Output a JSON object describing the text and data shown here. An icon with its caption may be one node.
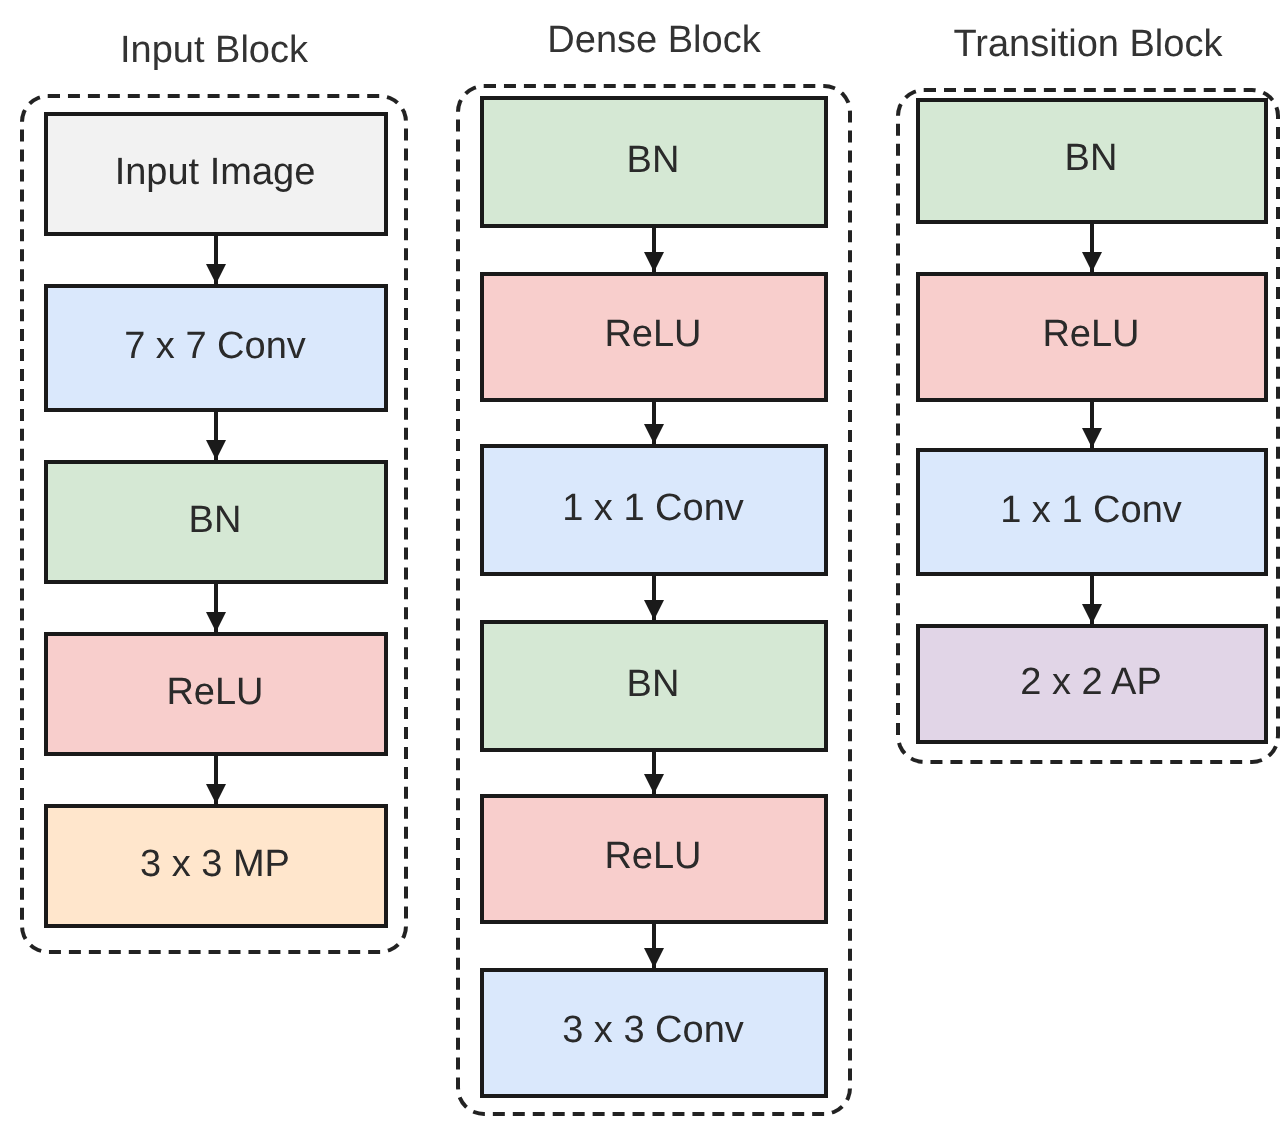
{
  "diagram": {
    "nodes": [
      {
        "text": [
          "Input Block"
        ]
      },
      {
        "text": [
          "Input Image"
        ],
        "in": 0
      },
      {
        "text": [
          "7 x 7 Conv"
        ],
        "in": 0
      },
      {
        "text": [
          "BN"
        ],
        "in": 0
      },
      {
        "text": [
          "ReLU"
        ],
        "in": 0
      },
      {
        "text": [
          "3 x 3 MP"
        ],
        "in": 0
      },
      {
        "text": [
          "Dense Block"
        ]
      },
      {
        "text": [
          "BN"
        ],
        "in": 6
      },
      {
        "text": [
          "ReLU"
        ],
        "in": 6
      },
      {
        "text": [
          "1 x 1 Conv"
        ],
        "in": 6
      },
      {
        "text": [
          "BN"
        ],
        "in": 6
      },
      {
        "text": [
          "ReLU"
        ],
        "in": 6
      },
      {
        "text": [
          "3 x 3 Conv"
        ],
        "in": 6
      },
      {
        "text": [
          "Transition Block"
        ]
      },
      {
        "text": [
          "BN"
        ],
        "in": 13
      },
      {
        "text": [
          "ReLU"
        ],
        "in": 13
      },
      {
        "text": [
          "1 x 1 Conv"
        ],
        "in": 13
      },
      {
        "text": [
          "2 x 2 AP"
        ],
        "in": 13
      }
    ],
    "edges": [
      {
        "from": 1,
        "to": 2,
        "arrow": "to"
      },
      {
        "from": 2,
        "to": 3,
        "arrow": "to"
      },
      {
        "from": 3,
        "to": 4,
        "arrow": "to"
      },
      {
        "from": 4,
        "to": 5,
        "arrow": "to"
      },
      {
        "from": 7,
        "to": 8,
        "arrow": "to"
      },
      {
        "from": 8,
        "to": 9,
        "arrow": "to"
      },
      {
        "from": 9,
        "to": 10,
        "arrow": "to"
      },
      {
        "from": 10,
        "to": 11,
        "arrow": "to"
      },
      {
        "from": 11,
        "to": 12,
        "arrow": "to"
      },
      {
        "from": 14,
        "to": 15,
        "arrow": "to"
      },
      {
        "from": 15,
        "to": 16,
        "arrow": "to"
      },
      {
        "from": 16,
        "to": 17,
        "arrow": "to"
      }
    ]
  }
}
